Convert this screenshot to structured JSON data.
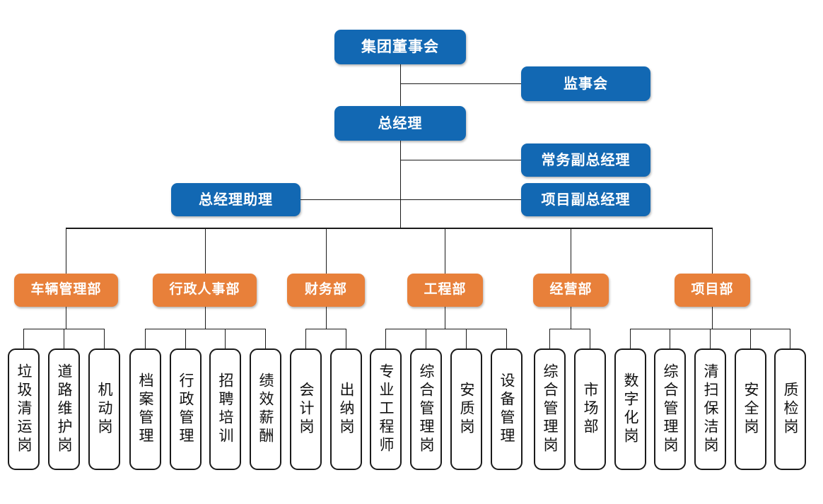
{
  "chart_title": "",
  "colors": {
    "blue": "#1268B3",
    "orange": "#E8803A",
    "line": "#1a1a1a",
    "leaf_border": "#1a1a1a",
    "leaf_fill": "#ffffff",
    "background": "#ffffff"
  },
  "top": {
    "board": "集团董事会",
    "supervisory": "监事会",
    "general_manager": "总经理",
    "executive_vice_gm": "常务副总经理",
    "project_vice_gm": "项目副总经理",
    "gm_assistant": "总经理助理"
  },
  "departments": [
    {
      "name": "车辆管理部",
      "positions": [
        "垃圾清运岗",
        "道路维护岗",
        "机动岗"
      ]
    },
    {
      "name": "行政人事部",
      "positions": [
        "档案管理",
        "行政管理",
        "招聘培训",
        "绩效薪酬"
      ]
    },
    {
      "name": "财务部",
      "positions": [
        "会计岗",
        "出纳岗"
      ]
    },
    {
      "name": "工程部",
      "positions": [
        "专业工程师",
        "综合管理岗",
        "安质岗",
        "设备管理"
      ]
    },
    {
      "name": "经营部",
      "positions": [
        "综合管理岗",
        "市场部"
      ]
    },
    {
      "name": "项目部",
      "positions": [
        "数字化岗",
        "综合管理岗",
        "清扫保洁岗",
        "安全岗",
        "质检岗"
      ]
    }
  ]
}
